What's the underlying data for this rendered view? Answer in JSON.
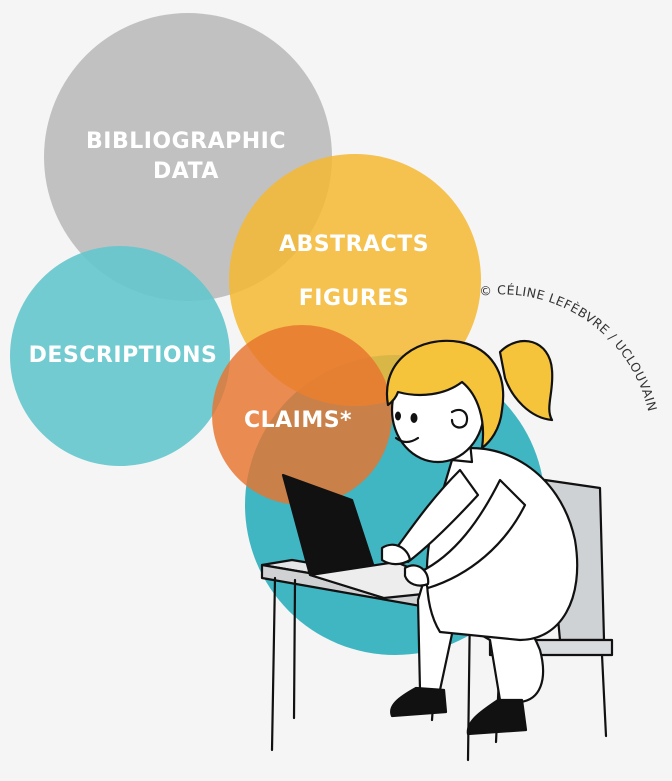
{
  "circles": {
    "bibliographic": {
      "line1": "BIBLIOGRAPHIC",
      "line2": "DATA",
      "color": "#b7b6b6"
    },
    "abstracts": {
      "line1": "ABSTRACTS",
      "line2": "FIGURES",
      "color": "#f5b731"
    },
    "descriptions": {
      "label": "DESCRIPTIONS",
      "color": "#64c6cc"
    },
    "claims": {
      "label": "CLAIMS*",
      "color": "#e8742e"
    },
    "background": {
      "color": "#3fb6c2"
    }
  },
  "copyright": "© CÉLINE LEFÈBVRE / UCLOUVAIN",
  "illustration": {
    "subject": "girl-with-laptop",
    "hair_color": "#f5c43b",
    "coat_color": "#ffffff",
    "laptop_color": "#111111",
    "shoe_color": "#111111"
  }
}
